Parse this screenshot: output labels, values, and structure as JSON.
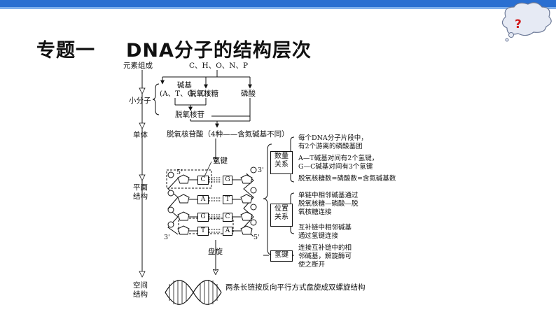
{
  "title": {
    "part1": "专题一",
    "part2": "DNA分子的结构层次"
  },
  "badge": {
    "symbol": "?",
    "color": "#d11a1a"
  },
  "levels": {
    "element": "元素组成",
    "small_molecule": "小分子",
    "monomer": "单体",
    "plane_structure": "平面\n结构",
    "spatial_structure": "空间\n结构"
  },
  "elements": "C、H、O、N、P",
  "small_molecules": {
    "base": "碱基\n(A、T、G、C)",
    "sugar": "脱氧核糖",
    "phosphate": "磷酸"
  },
  "nucleoside": "脱氧核苷",
  "monomer_text": "脱氧核苷酸（4种——含氮碱基不同）",
  "hydrogen_bond_label": "氢键",
  "coil_label": "盘旋",
  "strand_labels": {
    "top_left": "5'",
    "top_right": "3'",
    "bottom_left": "3'",
    "bottom_right": "5'"
  },
  "base_pairs": [
    {
      "left": "C",
      "right": "G"
    },
    {
      "left": "A",
      "right": "T"
    },
    {
      "left": "G",
      "right": "C"
    },
    {
      "left": "T",
      "right": "A"
    }
  ],
  "helix_text": "两条长链按反向平行方式盘旋成双螺旋结构",
  "quantity": {
    "label": "数量\n关系",
    "line1": "每个DNA分子片段中，\n有2个游离的磷酸基团",
    "line2": "A—T碱基对间有2个氢键，\nG—C碱基对间有3个氢键",
    "line3": "脱氧核糖数=磷酸数=含氮碱基数"
  },
  "position": {
    "label": "位置\n关系",
    "line1": "单链中相邻碱基通过\n脱氧核糖—磷酸—脱\n氧核糖连接",
    "line2": "互补链中相邻碱基\n通过氢键连接"
  },
  "hbond": {
    "label": "氢键",
    "line1": "连接互补链中的相\n邻碱基，解旋酶可\n使之断开"
  }
}
